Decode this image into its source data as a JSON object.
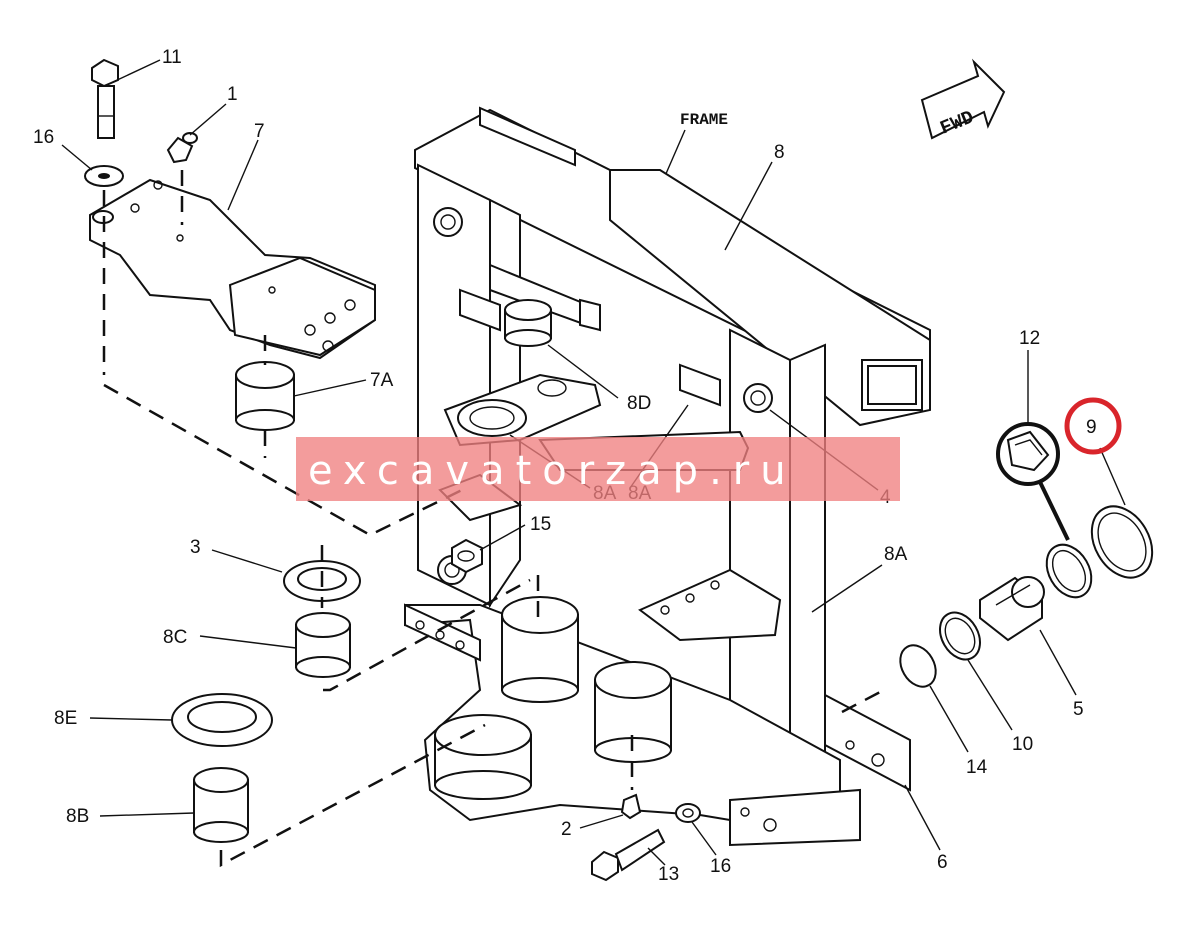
{
  "diagram": {
    "frame_label": "FRAME",
    "fwd_label": "FWD",
    "watermark": "excavatorzap.ru",
    "highlight_color": "#d9252b",
    "watermark_color": "#f08080",
    "callouts": [
      {
        "id": "c11",
        "text": "11"
      },
      {
        "id": "c1",
        "text": "1"
      },
      {
        "id": "c16a",
        "text": "16"
      },
      {
        "id": "c7",
        "text": "7"
      },
      {
        "id": "c8",
        "text": "8"
      },
      {
        "id": "c7a",
        "text": "7A"
      },
      {
        "id": "c8d",
        "text": "8D"
      },
      {
        "id": "c12",
        "text": "12"
      },
      {
        "id": "c9",
        "text": "9"
      },
      {
        "id": "c4",
        "text": "4"
      },
      {
        "id": "c8a1",
        "text": "8A"
      },
      {
        "id": "c8a2",
        "text": "8A"
      },
      {
        "id": "c15",
        "text": "15"
      },
      {
        "id": "c3",
        "text": "3"
      },
      {
        "id": "c8a3",
        "text": "8A"
      },
      {
        "id": "c8c",
        "text": "8C"
      },
      {
        "id": "c8e",
        "text": "8E"
      },
      {
        "id": "c14",
        "text": "14"
      },
      {
        "id": "c10",
        "text": "10"
      },
      {
        "id": "c5",
        "text": "5"
      },
      {
        "id": "c8b",
        "text": "8B"
      },
      {
        "id": "c2",
        "text": "2"
      },
      {
        "id": "c13",
        "text": "13"
      },
      {
        "id": "c16b",
        "text": "16"
      },
      {
        "id": "c6",
        "text": "6"
      }
    ]
  }
}
